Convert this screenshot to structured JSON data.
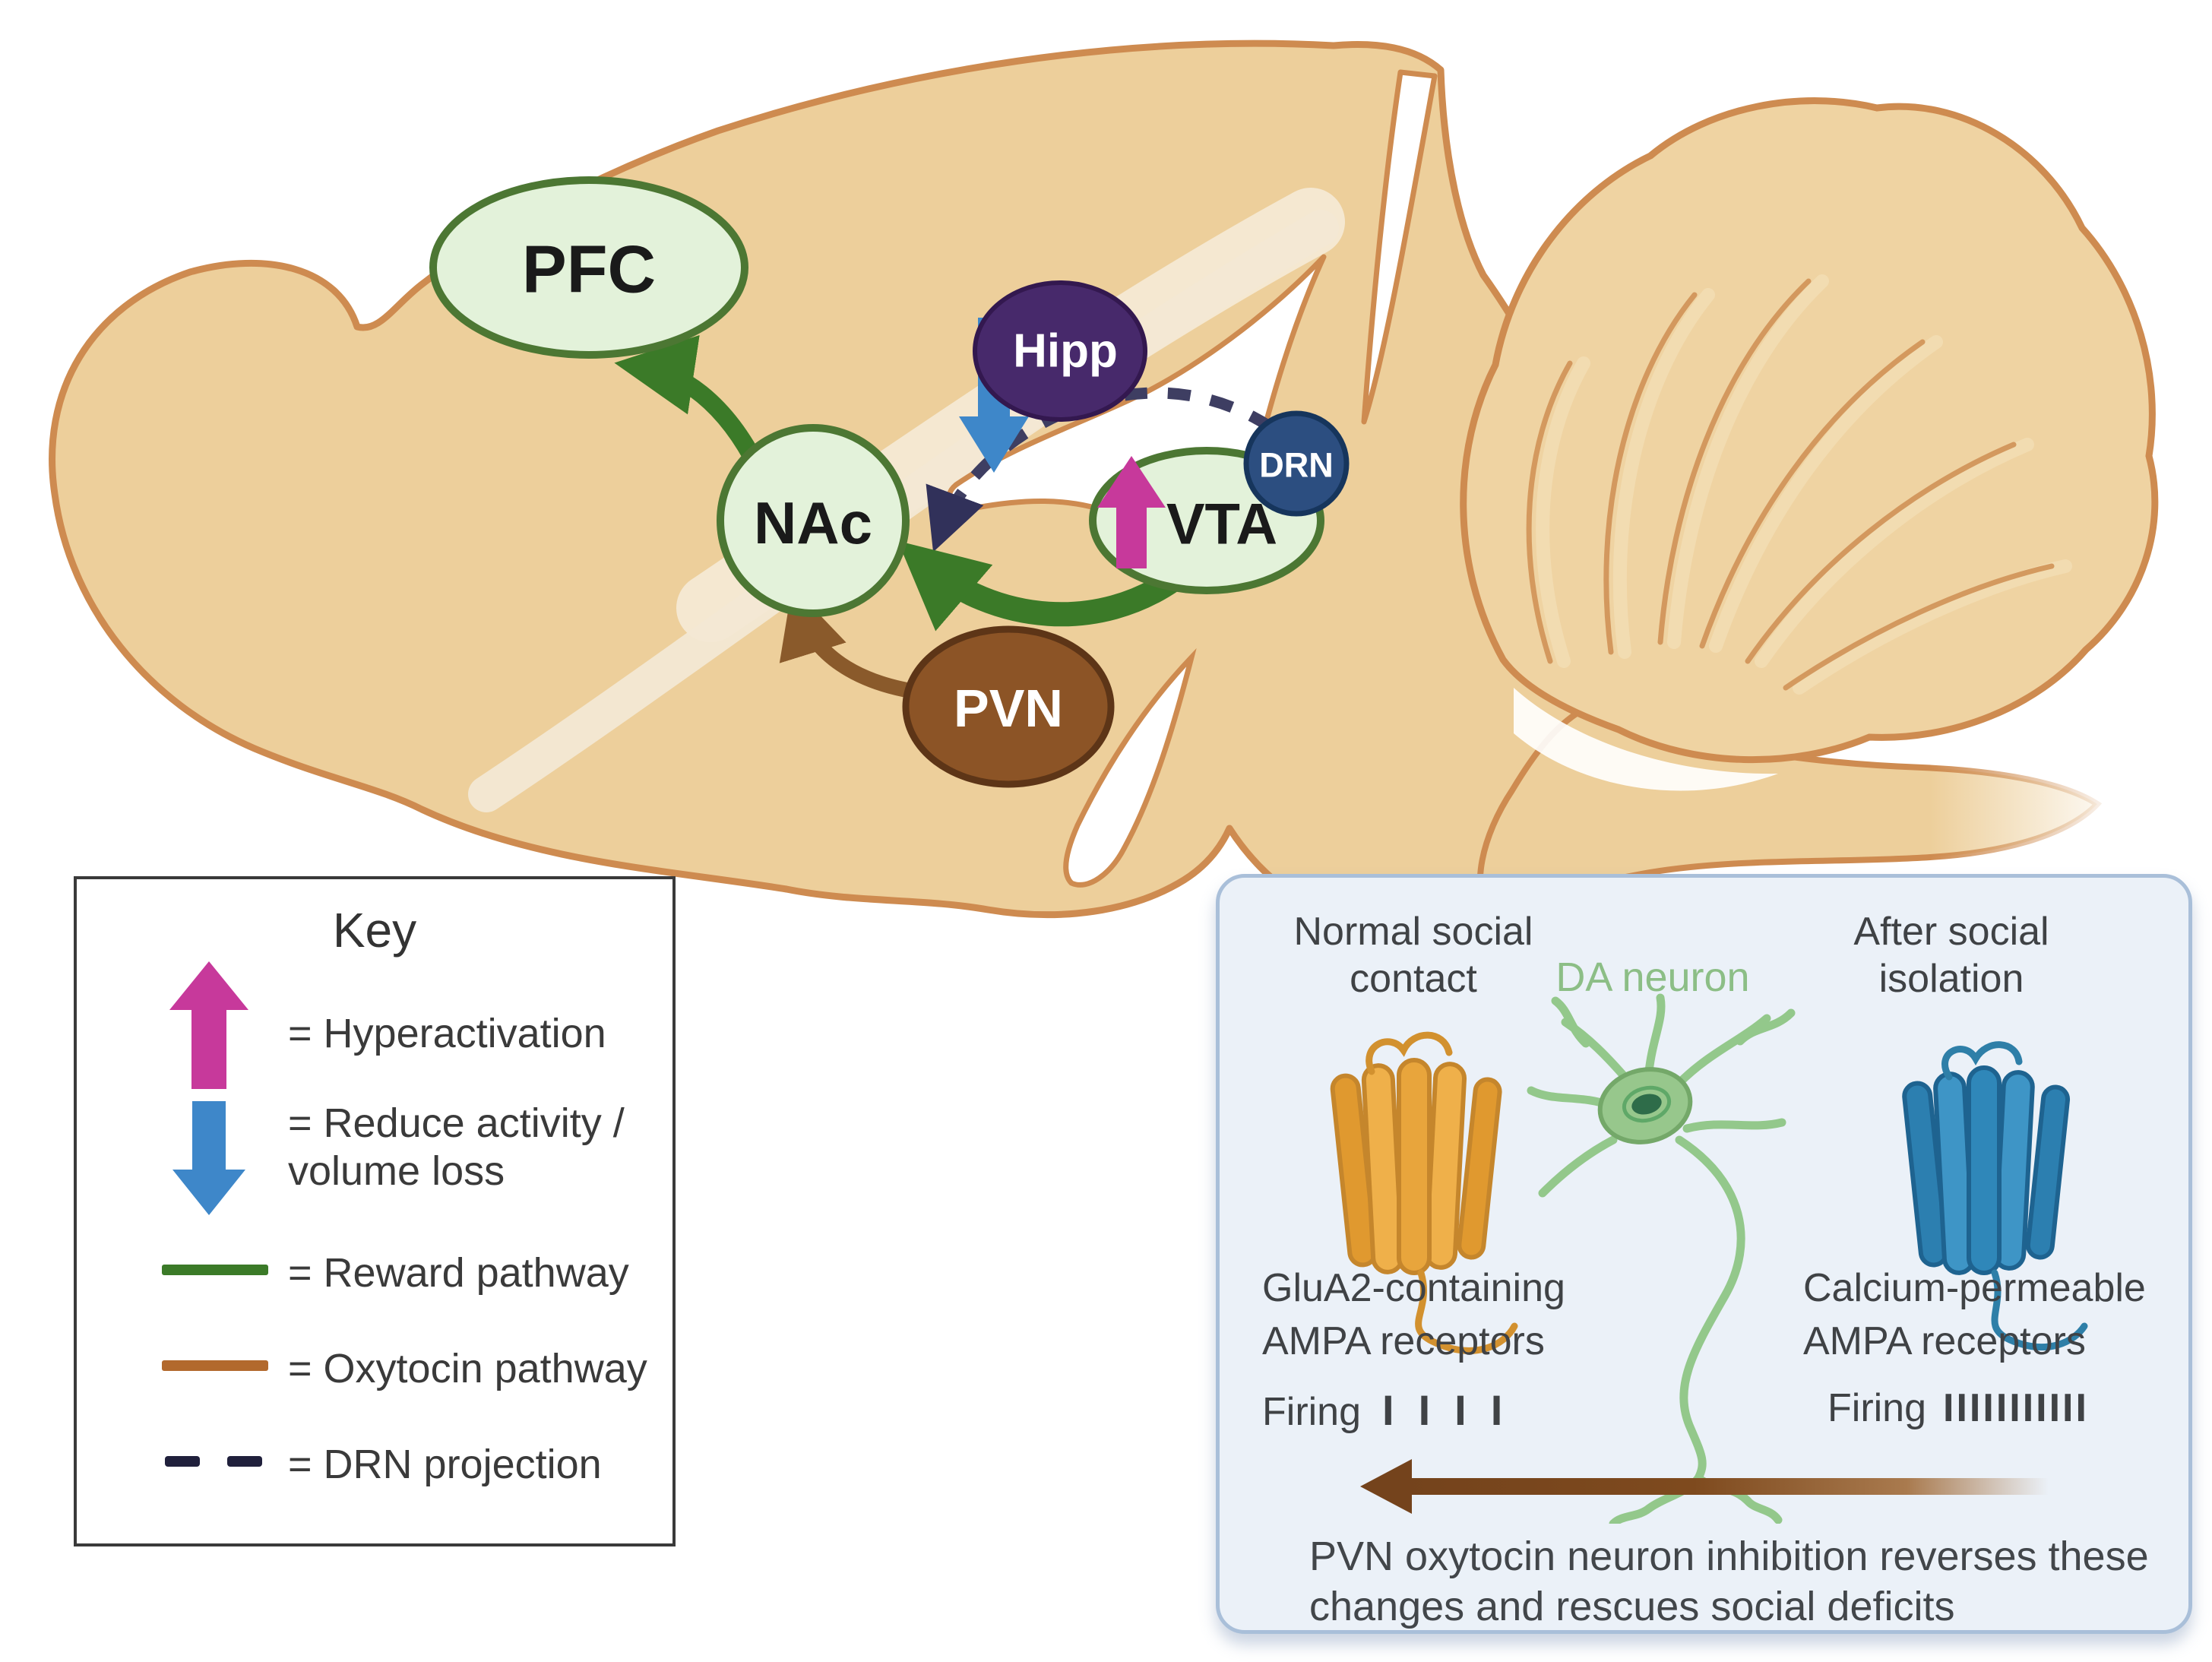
{
  "brain": {
    "labels": {
      "pfc": "PFC",
      "nac": "NAc",
      "vta": "VTA",
      "hipp": "Hipp",
      "drn": "DRN",
      "pvn": "PVN"
    },
    "colors": {
      "tissue": "#EDCF9B",
      "outline": "#CE8B50",
      "region_fill": "#E3F2DA",
      "region_border": "#4C7733",
      "hipp_fill": "#47296B",
      "drn_fill": "#2C4E80",
      "pvn_fill": "#8C5426",
      "hyperactivation_pink": "#C7399B",
      "reduce_blue": "#3E87C9",
      "reward_green": "#3B7A28",
      "oxytocin_brown": "#8A5A2B",
      "drn_dash_navy": "#3E3E62"
    }
  },
  "key": {
    "title": "Key",
    "items": [
      {
        "name": "hyperactivation",
        "symbol": "arrow-up",
        "color": "#C7399B",
        "lines": [
          "= Hyperactivation"
        ]
      },
      {
        "name": "reduce-activity",
        "symbol": "arrow-down",
        "color": "#3E87C9",
        "lines": [
          "= Reduce activity /",
          "volume loss"
        ]
      },
      {
        "name": "reward-pathway",
        "symbol": "line",
        "color": "#3B7A28",
        "lines": [
          "= Reward pathway"
        ]
      },
      {
        "name": "oxytocin-pathway",
        "symbol": "line",
        "color": "#B2692D",
        "lines": [
          "= Oxytocin pathway"
        ]
      },
      {
        "name": "drn-projection",
        "symbol": "dashed-line",
        "color": "#20203C",
        "lines": [
          "= DRN projection"
        ]
      }
    ]
  },
  "info_panel": {
    "col_left": {
      "title_lines": [
        "Normal social",
        "contact"
      ],
      "receptor_label_lines": [
        "GluA2-containing",
        "AMPA receptors"
      ],
      "firing_label": "Firing",
      "firing_ticks": "IIII",
      "receptor_color": "#EFB04A"
    },
    "col_center": {
      "title": "DA neuron",
      "title_color": "#8CBE86",
      "neuron_color": "#93C88B"
    },
    "col_right": {
      "title_lines": [
        "After social",
        "isolation"
      ],
      "receptor_label_lines": [
        "Calcium-permeable",
        "AMPA receptors"
      ],
      "firing_label": "Firing",
      "firing_ticks": "IIIIIIIIIII",
      "receptor_color": "#3E95C6"
    },
    "caption_lines": [
      "PVN oxytocin neuron inhibition reverses these",
      "changes and rescues social deficits"
    ],
    "arrow_color": "#74431C"
  }
}
